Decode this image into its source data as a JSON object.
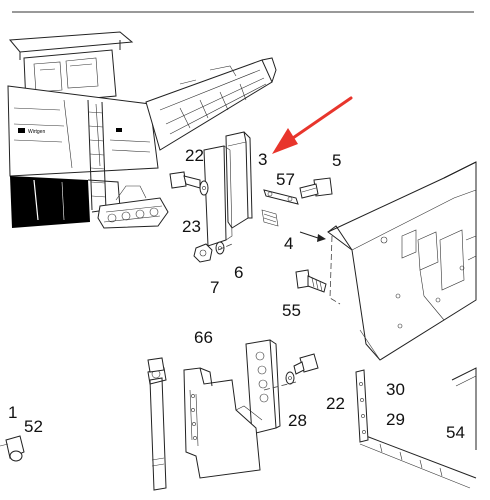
{
  "diagram": {
    "part_labels": {
      "p1": "1",
      "p3": "3",
      "p4": "4",
      "p5": "5",
      "p6": "6",
      "p7": "7",
      "p22a": "22",
      "p22b": "22",
      "p23": "23",
      "p28": "28",
      "p29": "29",
      "p30": "30",
      "p52": "52",
      "p54": "54",
      "p55": "55",
      "p57": "57",
      "p66": "66"
    },
    "machine_logo_text": "Wirtgen",
    "annotation_arrow_color": "#e8352c",
    "line_color": "#222222",
    "fill_dark": "#000000"
  }
}
